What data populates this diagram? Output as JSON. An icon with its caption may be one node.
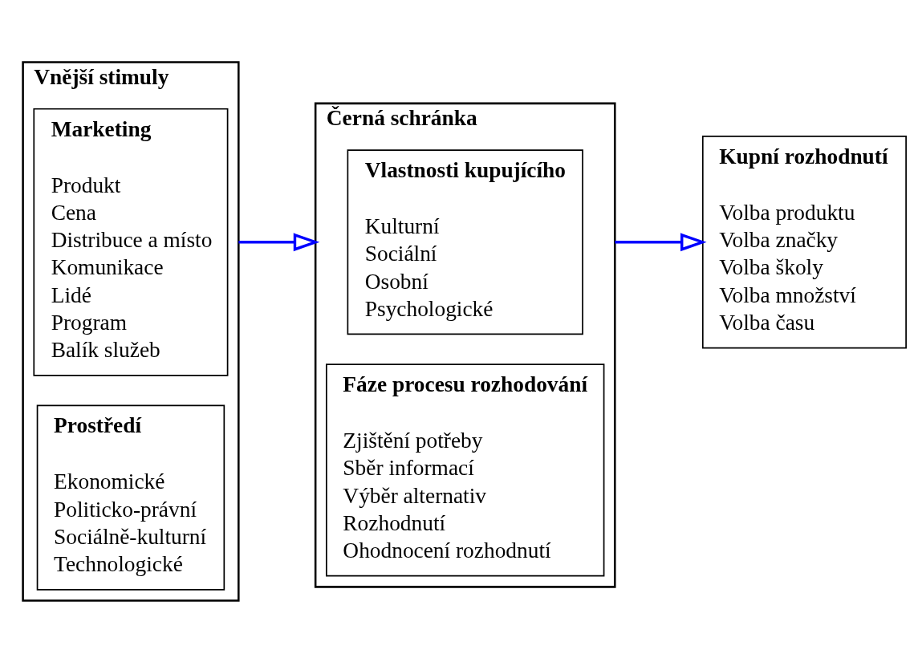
{
  "diagram": {
    "nodes": [
      {
        "text": [
          "Vnější stimuly"
        ]
      },
      {
        "text": [
          "Marketing",
          "Produkt",
          "Cena",
          "Distribuce a místo",
          "Komunikace",
          "Lidé",
          "Program",
          "Balík služeb"
        ],
        "in": 0
      },
      {
        "text": [
          "Prostředí",
          "Ekonomické",
          "Politicko-právní",
          "Sociálně-kulturní",
          "Technologické"
        ],
        "in": 0
      },
      {
        "text": [
          "Černá schránka"
        ]
      },
      {
        "text": [
          "Vlastnosti kupujícího",
          "Kulturní",
          "Sociální",
          "Osobní",
          "Psychologické"
        ],
        "in": 3
      },
      {
        "text": [
          "Fáze procesu rozhodování",
          "Zjištění potřeby",
          "Sběr informací",
          "Výběr alternativ",
          "Rozhodnutí",
          "Ohodnocení rozhodnutí"
        ],
        "in": 3
      },
      {
        "text": [
          "Kupní rozhodnutí",
          "Volba produktu",
          "Volba značky",
          "Volba školy",
          "Volba množství",
          "Volba času"
        ]
      }
    ],
    "edges": [
      {
        "from": 0,
        "to": 3,
        "arrow": "to",
        "color": "#0000ff"
      },
      {
        "from": 3,
        "to": 6,
        "arrow": "to",
        "color": "#0000ff"
      }
    ]
  }
}
